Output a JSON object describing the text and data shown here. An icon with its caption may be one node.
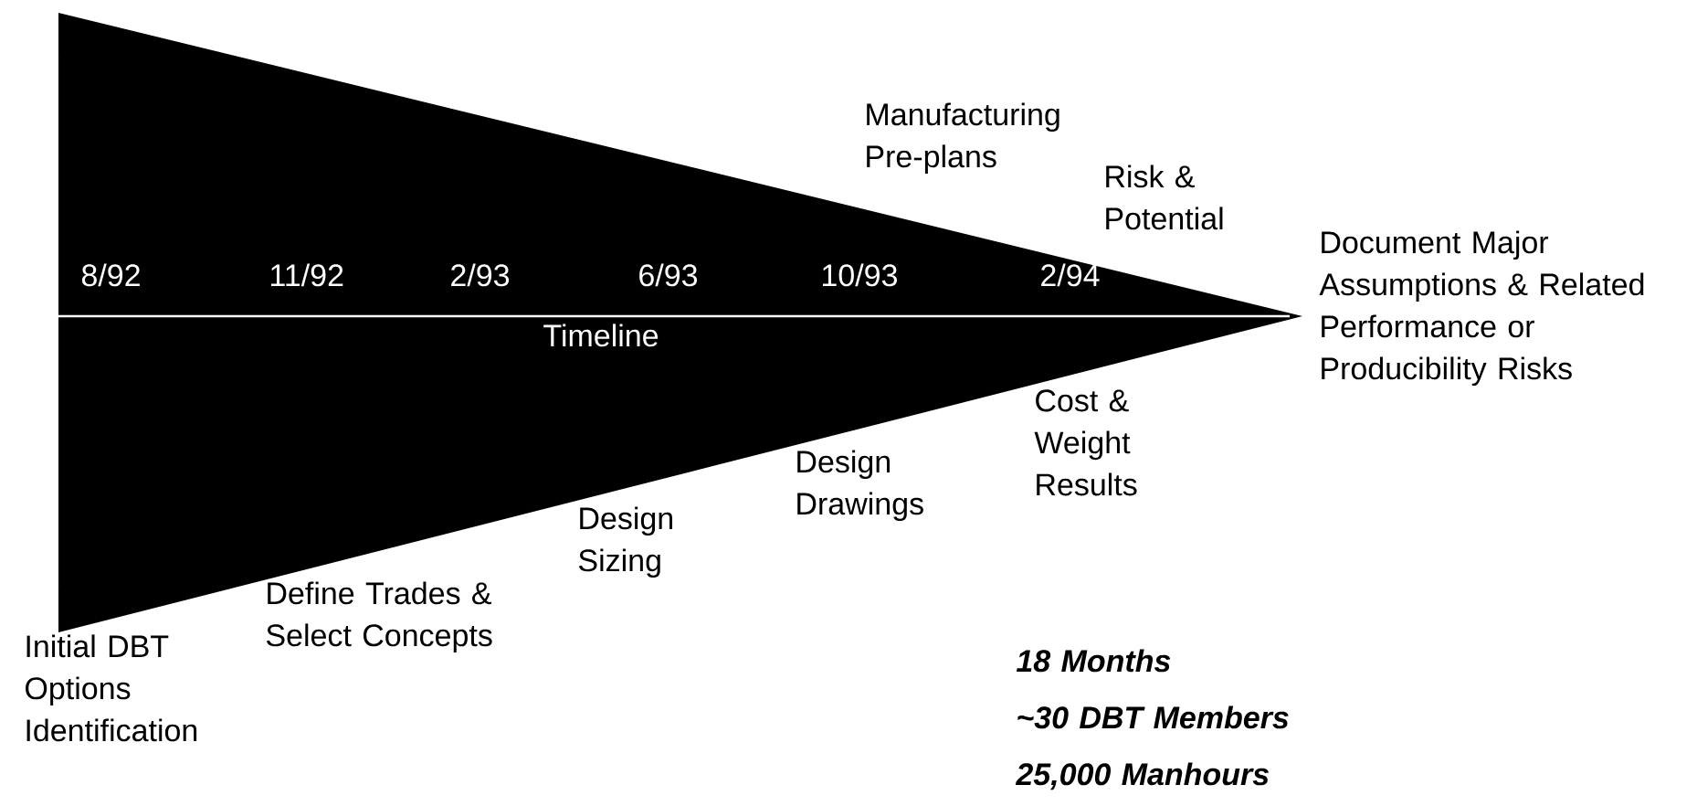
{
  "diagram": {
    "labels": [
      "Manufacturing Pre-plans",
      "Risk & Potential",
      "8/92",
      "11/92",
      "2/93",
      "6/93",
      "10/93",
      "2/94",
      "Document Major Assumptions & Related Performance or Producibility Risks",
      "Timeline",
      "Cost & Weight Results",
      "Design Drawings",
      "Design Sizing",
      "Define Trades & Select Concepts",
      "Initial DBT Options Identification",
      "18 Months",
      "~30 DBT Members",
      "25,000 Manhours"
    ]
  }
}
